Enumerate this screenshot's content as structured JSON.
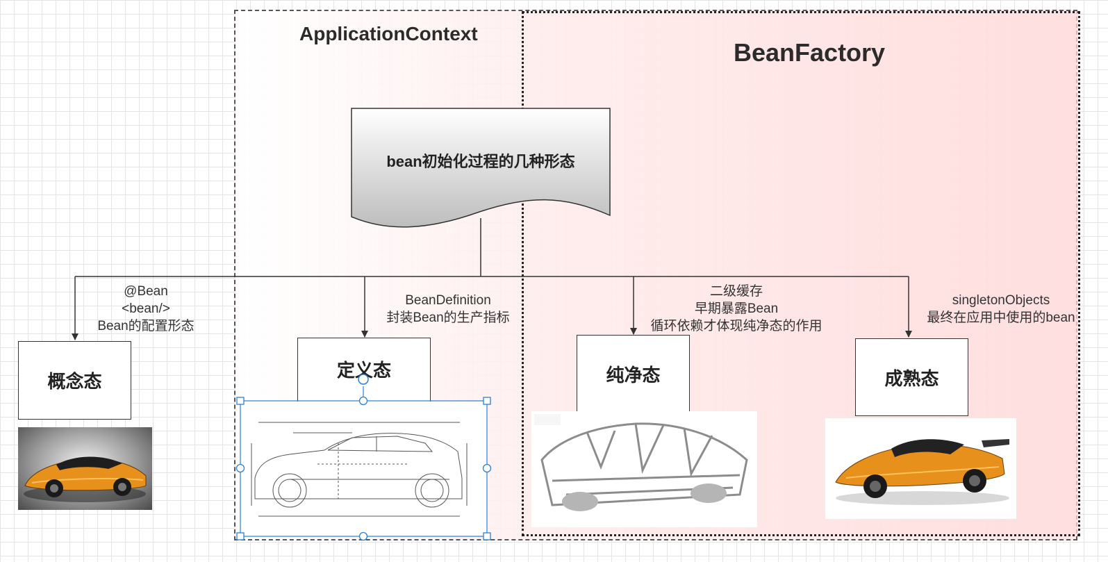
{
  "regions": {
    "application_context": "ApplicationContext",
    "bean_factory": "BeanFactory"
  },
  "root": {
    "label": "bean初始化过程的几种形态"
  },
  "states": [
    {
      "title": "概念态",
      "notes": [
        "@Bean",
        "<bean/>",
        "Bean的配置形态"
      ],
      "image": "orange-concept-car-render"
    },
    {
      "title": "定义态",
      "notes": [
        "BeanDefinition",
        "封装Bean的生产指标"
      ],
      "image": "car-blueprint-drawing"
    },
    {
      "title": "纯净态",
      "notes": [
        "二级缓存",
        "早期暴露Bean",
        "循环依赖才体现纯净态的作用"
      ],
      "image": "car-body-frame"
    },
    {
      "title": "成熟态",
      "notes": [
        "singletonObjects",
        "最终在应用中使用的bean"
      ],
      "image": "orange-supercar"
    }
  ],
  "colors": {
    "bean_factory_fill": "#ffdcdc",
    "selection": "#2a7fd4",
    "car_orange": "#e8901c"
  }
}
